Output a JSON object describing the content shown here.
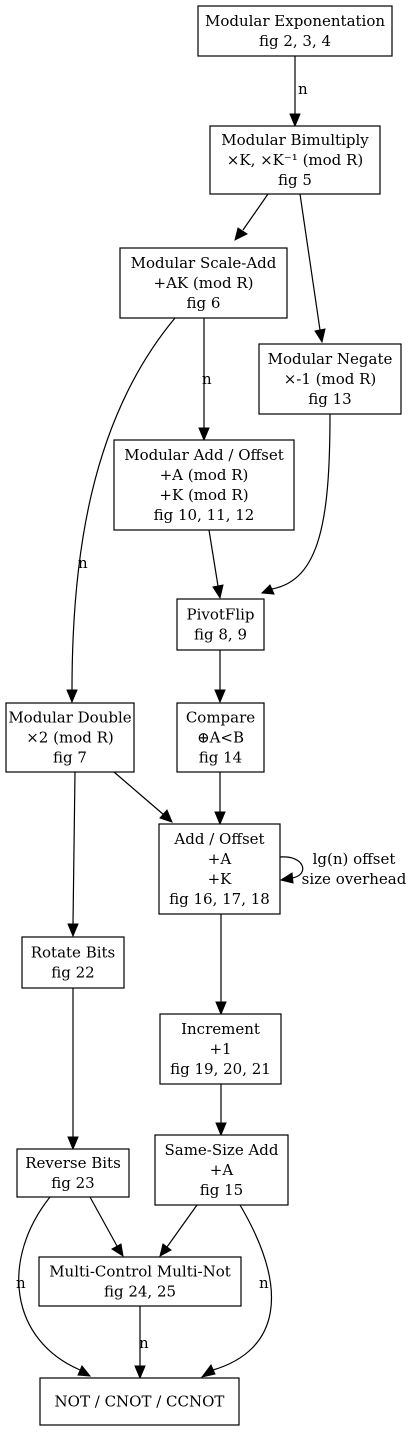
{
  "nodes": {
    "modexp": {
      "lines": [
        "Modular Exponentation",
        "fig 2, 3, 4"
      ]
    },
    "bimul": {
      "lines": [
        "Modular Bimultiply",
        "×K, ×K⁻¹ (mod R)",
        "fig 5"
      ]
    },
    "scaleadd": {
      "lines": [
        "Modular Scale-Add",
        "+AK (mod R)",
        "fig 6"
      ]
    },
    "negate": {
      "lines": [
        "Modular Negate",
        "×-1 (mod R)",
        "fig 13"
      ]
    },
    "modadd": {
      "lines": [
        "Modular Add / Offset",
        "+A (mod R)",
        "+K (mod R)",
        "fig 10, 11, 12"
      ]
    },
    "pivotflip": {
      "lines": [
        "PivotFlip",
        "fig 8, 9"
      ]
    },
    "double": {
      "lines": [
        "Modular Double",
        "×2 (mod R)",
        "fig 7"
      ]
    },
    "compare": {
      "lines": [
        "Compare",
        "⊕A<B",
        "fig 14"
      ]
    },
    "addoffset": {
      "lines": [
        "Add / Offset",
        "+A",
        "+K",
        "fig 16, 17, 18"
      ]
    },
    "rotate": {
      "lines": [
        "Rotate Bits",
        "fig 22"
      ]
    },
    "increment": {
      "lines": [
        "Increment",
        "+1",
        "fig 19, 20, 21"
      ]
    },
    "reverse": {
      "lines": [
        "Reverse Bits",
        "fig 23"
      ]
    },
    "samesize": {
      "lines": [
        "Same-Size Add",
        "+A",
        "fig 15"
      ]
    },
    "mcmn": {
      "lines": [
        "Multi-Control Multi-Not",
        "fig 24, 25"
      ]
    },
    "gates": {
      "lines": [
        "NOT / CNOT / CCNOT"
      ]
    }
  },
  "edges": [
    {
      "from": "modexp",
      "to": "bimul",
      "label": "n"
    },
    {
      "from": "bimul",
      "to": "scaleadd",
      "label": ""
    },
    {
      "from": "bimul",
      "to": "negate",
      "label": ""
    },
    {
      "from": "scaleadd",
      "to": "modadd",
      "label": "n"
    },
    {
      "from": "scaleadd",
      "to": "double",
      "label": "n"
    },
    {
      "from": "negate",
      "to": "pivotflip",
      "label": ""
    },
    {
      "from": "modadd",
      "to": "pivotflip",
      "label": ""
    },
    {
      "from": "pivotflip",
      "to": "compare",
      "label": ""
    },
    {
      "from": "double",
      "to": "addoffset",
      "label": ""
    },
    {
      "from": "double",
      "to": "rotate",
      "label": ""
    },
    {
      "from": "compare",
      "to": "addoffset",
      "label": ""
    },
    {
      "from": "addoffset",
      "to": "increment",
      "label": ""
    },
    {
      "from": "increment",
      "to": "samesize",
      "label": ""
    },
    {
      "from": "rotate",
      "to": "reverse",
      "label": ""
    },
    {
      "from": "reverse",
      "to": "mcmn",
      "label": ""
    },
    {
      "from": "reverse",
      "to": "gates",
      "label": "n"
    },
    {
      "from": "samesize",
      "to": "mcmn",
      "label": ""
    },
    {
      "from": "samesize",
      "to": "gates",
      "label": "n"
    },
    {
      "from": "mcmn",
      "to": "gates",
      "label": "n"
    }
  ],
  "self_loop": {
    "node": "addoffset",
    "lines": [
      "lg(n) offset",
      "size overhead"
    ]
  }
}
